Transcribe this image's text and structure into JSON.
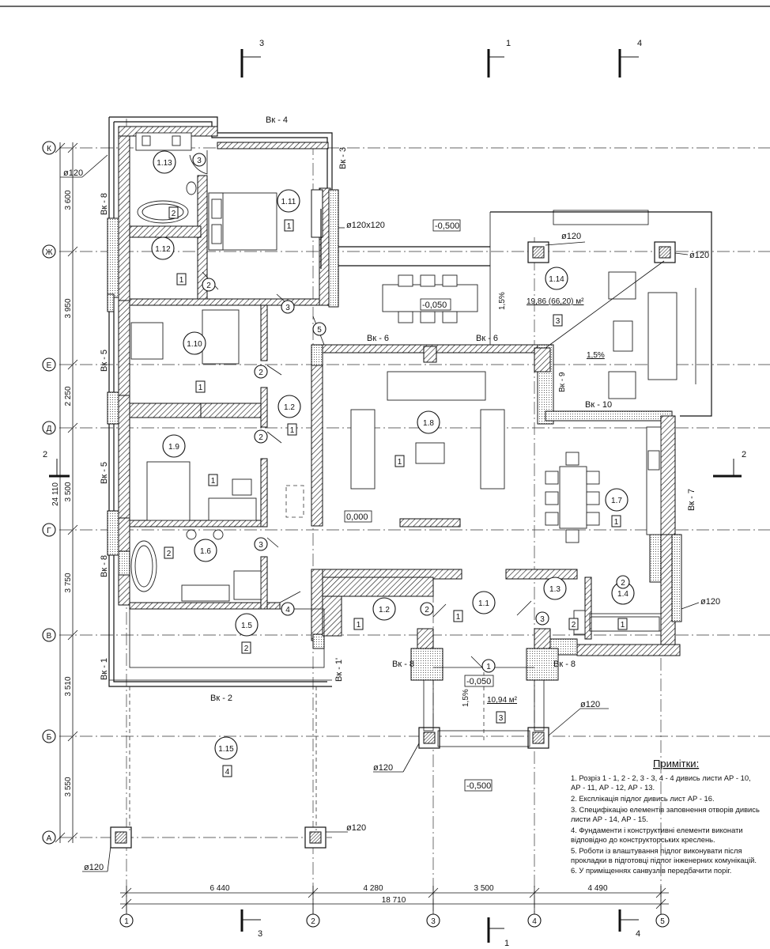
{
  "sections": {
    "cut_1": "1",
    "cut_2": "2",
    "cut_3": "3",
    "cut_4": "4"
  },
  "axes": {
    "rows": [
      "К",
      "Ж",
      "Е",
      "Д",
      "Г",
      "В",
      "Б",
      "А"
    ],
    "cols": [
      "1",
      "2",
      "3",
      "4",
      "5"
    ]
  },
  "dims": {
    "left": [
      "3 600",
      "3 950",
      "2 250",
      "3 500",
      "3 750",
      "3 510",
      "3 550"
    ],
    "left_total": "24 110",
    "bottom": [
      "6 440",
      "4 280",
      "3 500",
      "4 490"
    ],
    "bottom_total": "18 710"
  },
  "walls": {
    "vk4": "Вк - 4",
    "vk3": "Вк - 3",
    "vk8a": "Вк - 8",
    "vk5a": "Вк - 5",
    "vk5b": "Вк - 5",
    "vk8b": "Вк - 8",
    "vk1": "Вк - 1",
    "vk1b": "Вк - 1'",
    "vk2": "Вк - 2",
    "vk6a": "Вк - 6",
    "vk6b": "Вк - 6",
    "vk9": "Вк - 9",
    "vk10": "Вк - 10",
    "vk7": "Вк - 7",
    "vk8c": "Вк - 8",
    "vk8d": "Вк - 8"
  },
  "columns": {
    "c1": "ø120",
    "c2": "ø120x120",
    "c3": "ø120",
    "c4": "ø120",
    "c5": "ø120",
    "c6": "ø120",
    "c7": "ø120",
    "c8": "ø120",
    "c9": "ø120"
  },
  "levels": {
    "terrace": "-0,500",
    "dining": "-0,050",
    "zero": "0,000",
    "porch": "-0,050",
    "yard": "-0,500"
  },
  "rooms": {
    "r113": "1.13",
    "r111": "1.11",
    "r112": "1.12",
    "r110": "1.10",
    "r12a": "1.2",
    "r19": "1.9",
    "r18": "1.8",
    "r17": "1.7",
    "r16": "1.6",
    "r15": "1.5",
    "r12b": "1.2",
    "r11": "1.1",
    "r13": "1.3",
    "r14": "1.4",
    "r114": "1.14",
    "r115": "1.15"
  },
  "floor_types": {
    "f113": "2",
    "f111": "1",
    "f112": "1",
    "f110": "1",
    "f12a": "1",
    "f19": "1",
    "f18": "1",
    "f17": "1",
    "f16": "2",
    "f15": "2",
    "f12b": "1",
    "f11": "1",
    "f13": "2",
    "f14": "1",
    "f114": "3",
    "f115": "4",
    "fporch": "3"
  },
  "doors": {
    "d3a": "3",
    "d2a": "2",
    "d3b": "3",
    "d5": "5",
    "d2b": "2",
    "d2c": "2",
    "d3c": "3",
    "d4": "4",
    "d2d": "2",
    "d3d": "3",
    "d2e": "2",
    "d1": "1"
  },
  "areas": {
    "terrace_area": "19,86 (66,20) м²",
    "porch_area": "10,94 м²"
  },
  "slopes": {
    "s1": "1,5%",
    "s2": "1,5%",
    "s3": "1,5%"
  },
  "notes": {
    "title": "Примітки:",
    "lines": [
      "1. Розріз 1 - 1, 2 - 2, 3 - 3, 4 - 4 дивись листи  АР - 10,",
      "АР - 11, АР - 12, АР - 13.",
      "2. Експлікація підлог дивись лист АР - 16.",
      "3. Специфікацію елементів заповнення отворів дивись",
      "листи АР - 14, АР - 15.",
      "4. Фундаменти і конструктивні елементи виконати",
      "відповідно до конструкторських креслень.",
      "5. Роботи із влаштування підлог виконувати після",
      "прокладки в підготовці підлог інженерних комунікацій.",
      "6. У приміщеннях санвузлів передбачити поріг."
    ]
  }
}
